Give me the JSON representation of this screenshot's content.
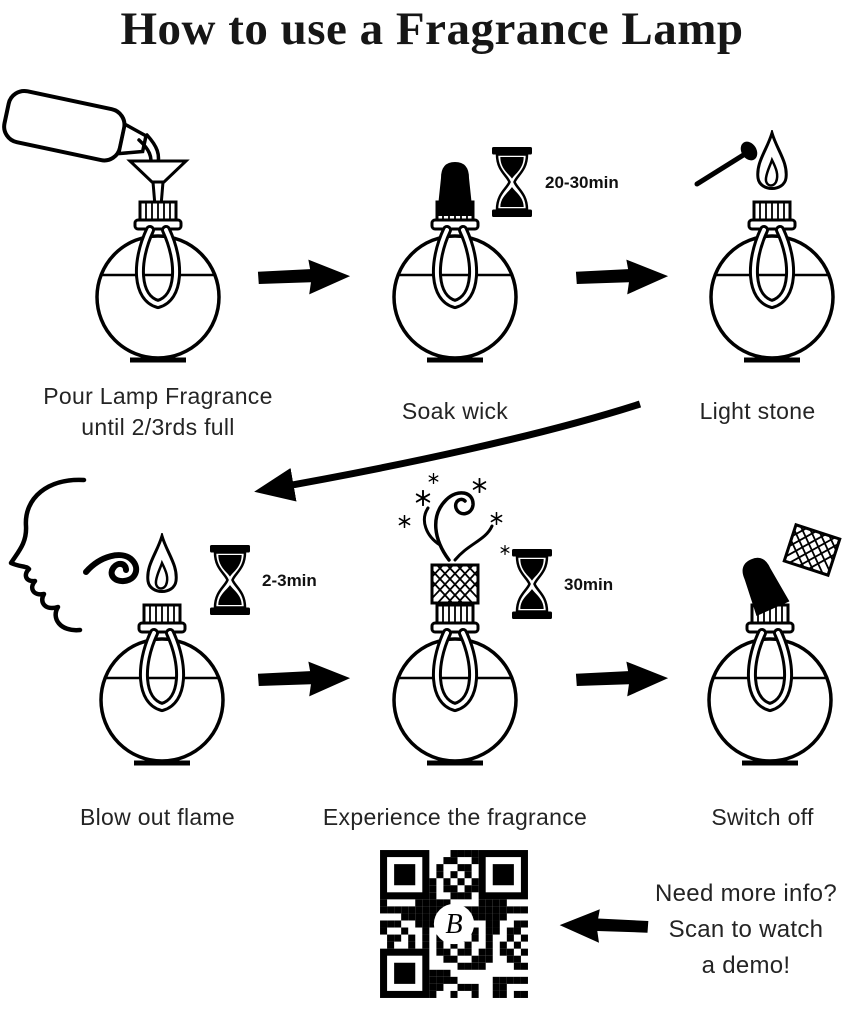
{
  "title": "How to use a Fragrance Lamp",
  "steps": [
    {
      "caption_line1": "Pour Lamp Fragrance",
      "caption_line2": "until 2/3rds full"
    },
    {
      "caption": "Soak wick",
      "duration": "20-30min"
    },
    {
      "caption": "Light stone"
    },
    {
      "caption": "Blow out flame",
      "duration": "2-3min"
    },
    {
      "caption": "Experience the fragrance",
      "duration": "30min"
    },
    {
      "caption": "Switch off"
    }
  ],
  "footer": {
    "info_line1": "Need more info?",
    "info_line2": "Scan to watch",
    "info_line3": "a demo!",
    "qr_logo_letter": "B"
  },
  "icons": {
    "arrow_right": "solid-right-arrow",
    "arrow_left": "solid-left-arrow",
    "arrow_diagonal": "solid-down-left-arrow",
    "hourglass": "hourglass-glyph",
    "qr_code": "qr-pattern"
  },
  "colors": {
    "ink": "#000000",
    "background": "#ffffff"
  }
}
